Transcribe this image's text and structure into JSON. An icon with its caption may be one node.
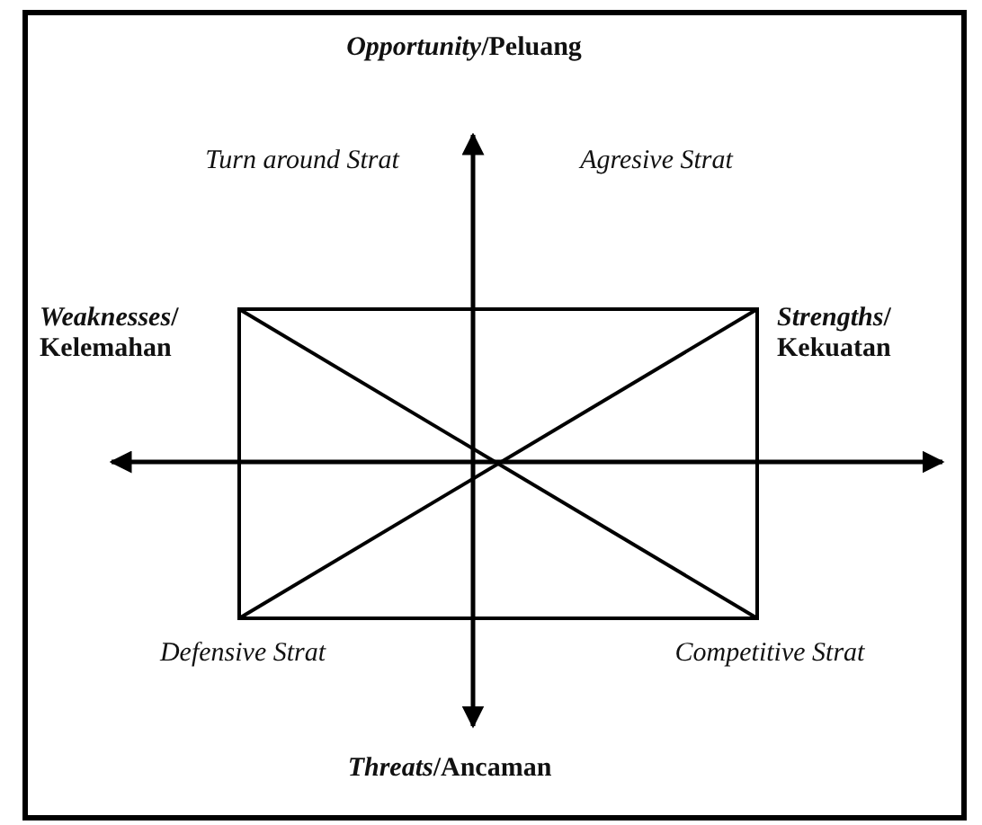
{
  "diagram": {
    "labels": [
      "*Opportunity*/Peluang",
      "Turn around Strat",
      "Agresive Strat",
      "*Weaknesses*/ Kelemahan",
      "*Strengths*/ Kekuatan",
      "Defensive Strat",
      "Competitive Strat",
      "*Threats*/Ancaman"
    ]
  }
}
